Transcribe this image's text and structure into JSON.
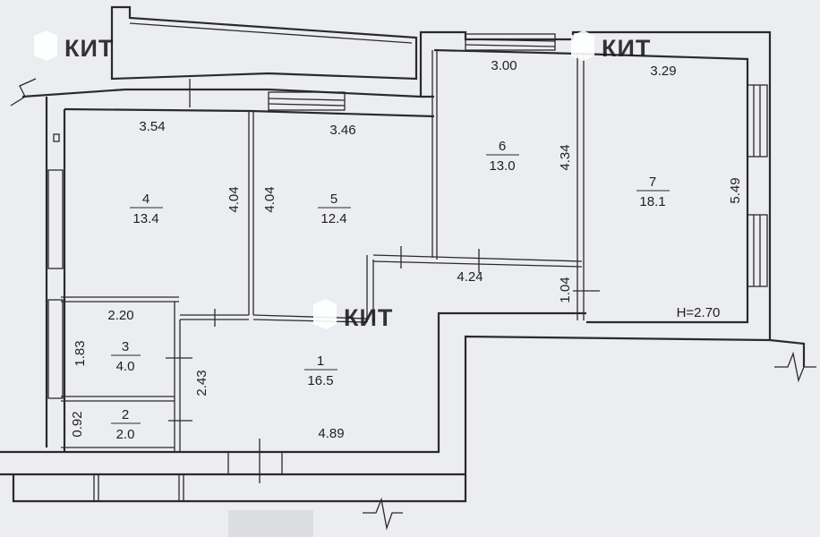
{
  "watermark": {
    "text": "КИТ",
    "color": "#ffffff"
  },
  "ceiling_height": "H=2.70",
  "rooms": [
    {
      "number": "1",
      "area": "16.5"
    },
    {
      "number": "2",
      "area": "2.0"
    },
    {
      "number": "3",
      "area": "4.0"
    },
    {
      "number": "4",
      "area": "13.4"
    },
    {
      "number": "5",
      "area": "12.4"
    },
    {
      "number": "6",
      "area": "13.0"
    },
    {
      "number": "7",
      "area": "18.1"
    }
  ],
  "dimensions": {
    "d_3_54": "3.54",
    "d_3_46": "3.46",
    "d_3_00": "3.00",
    "d_3_29": "3.29",
    "d_4_04_a": "4.04",
    "d_4_04_b": "4.04",
    "d_4_34": "4.34",
    "d_5_49": "5.49",
    "d_4_24": "4.24",
    "d_1_04": "1.04",
    "d_2_20": "2.20",
    "d_1_83": "1.83",
    "d_2_43": "2.43",
    "d_0_92": "0.92",
    "d_4_89": "4.89"
  },
  "colors": {
    "paper": "#ecedf0",
    "line": "#2a2a2e"
  }
}
